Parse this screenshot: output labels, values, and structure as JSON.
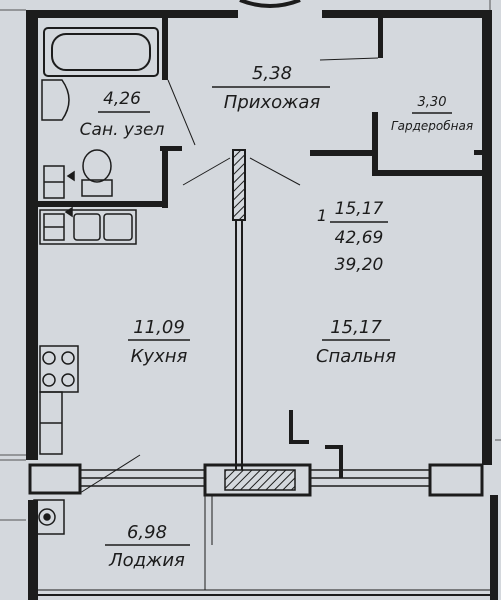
{
  "rooms": [
    {
      "id": "bathroom",
      "area": "4,26",
      "name": "Сан. узел"
    },
    {
      "id": "hallway",
      "area": "5,38",
      "name": "Прихожая"
    },
    {
      "id": "wardrobe",
      "area": "3,30",
      "name": "Гардеробная"
    },
    {
      "id": "kitchen",
      "area": "11,09",
      "name": "Кухня"
    },
    {
      "id": "bedroom",
      "area": "15,17",
      "name": "Спальня"
    },
    {
      "id": "loggia",
      "area": "6,98",
      "name": "Лоджия"
    }
  ],
  "apartment": {
    "rooms_count": "1",
    "living_area": "15,17",
    "total_area": "42,69",
    "area_excl_loggia": "39,20"
  },
  "colors": {
    "paper": "#d9dce1",
    "ink": "#1c1c1c"
  }
}
